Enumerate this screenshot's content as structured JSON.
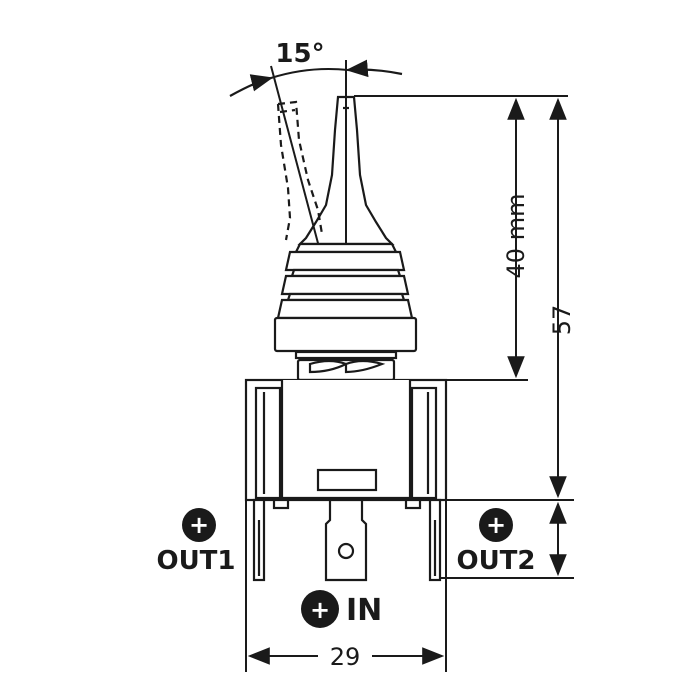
{
  "diagram": {
    "angle_label": "15°",
    "lever_length_label": "40 mm",
    "total_height_label": "57",
    "width_label": "29",
    "terminals": {
      "out1": {
        "symbol": "+",
        "label": "OUT1"
      },
      "out2": {
        "symbol": "+",
        "label": "OUT2"
      },
      "in": {
        "symbol": "+",
        "label": "IN"
      }
    }
  }
}
